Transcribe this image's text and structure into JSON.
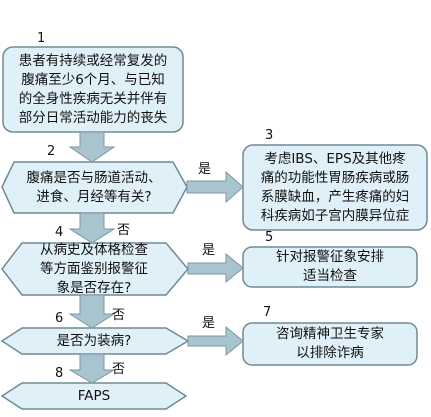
{
  "colors": {
    "box_fill": "#dff0f8",
    "box_stroke": "#6f8a96",
    "arrow_fill": "#a8c4cf",
    "arrow_stroke": "#7b97a2"
  },
  "nodes": {
    "n1": {
      "number": "1",
      "text": "患者有持续或经常复发的\n腹痛至少6个月、与已知\n的全身性疾病无关并伴有\n部分日常活动能力的丧失"
    },
    "n2": {
      "number": "2",
      "text": "腹痛是否与肠道活动、\n进食、月经等有关?"
    },
    "n3": {
      "number": "3",
      "text": "考虑IBS、EPS及其他疼\n痛的功能性胃肠疾病或肠\n系膜缺血，产生疼痛的妇\n科疾病如子宫内膜异位症"
    },
    "n4": {
      "number": "4",
      "text": "从病史及体格检查\n等方面鉴别报警征\n象是否存在?"
    },
    "n5": {
      "number": "5",
      "text": "针对报警征象安排\n适当检查"
    },
    "n6": {
      "number": "6",
      "text": "是否为装病?"
    },
    "n7": {
      "number": "7",
      "text": "咨询精神卫生专家\n以排除诈病"
    },
    "n8": {
      "number": "8",
      "text": "FAPS"
    }
  },
  "edge_labels": {
    "yes_2_3": "是",
    "no_2_4": "否",
    "yes_4_5": "是",
    "no_4_6": "否",
    "yes_6_7": "是",
    "no_6_8": "否"
  }
}
